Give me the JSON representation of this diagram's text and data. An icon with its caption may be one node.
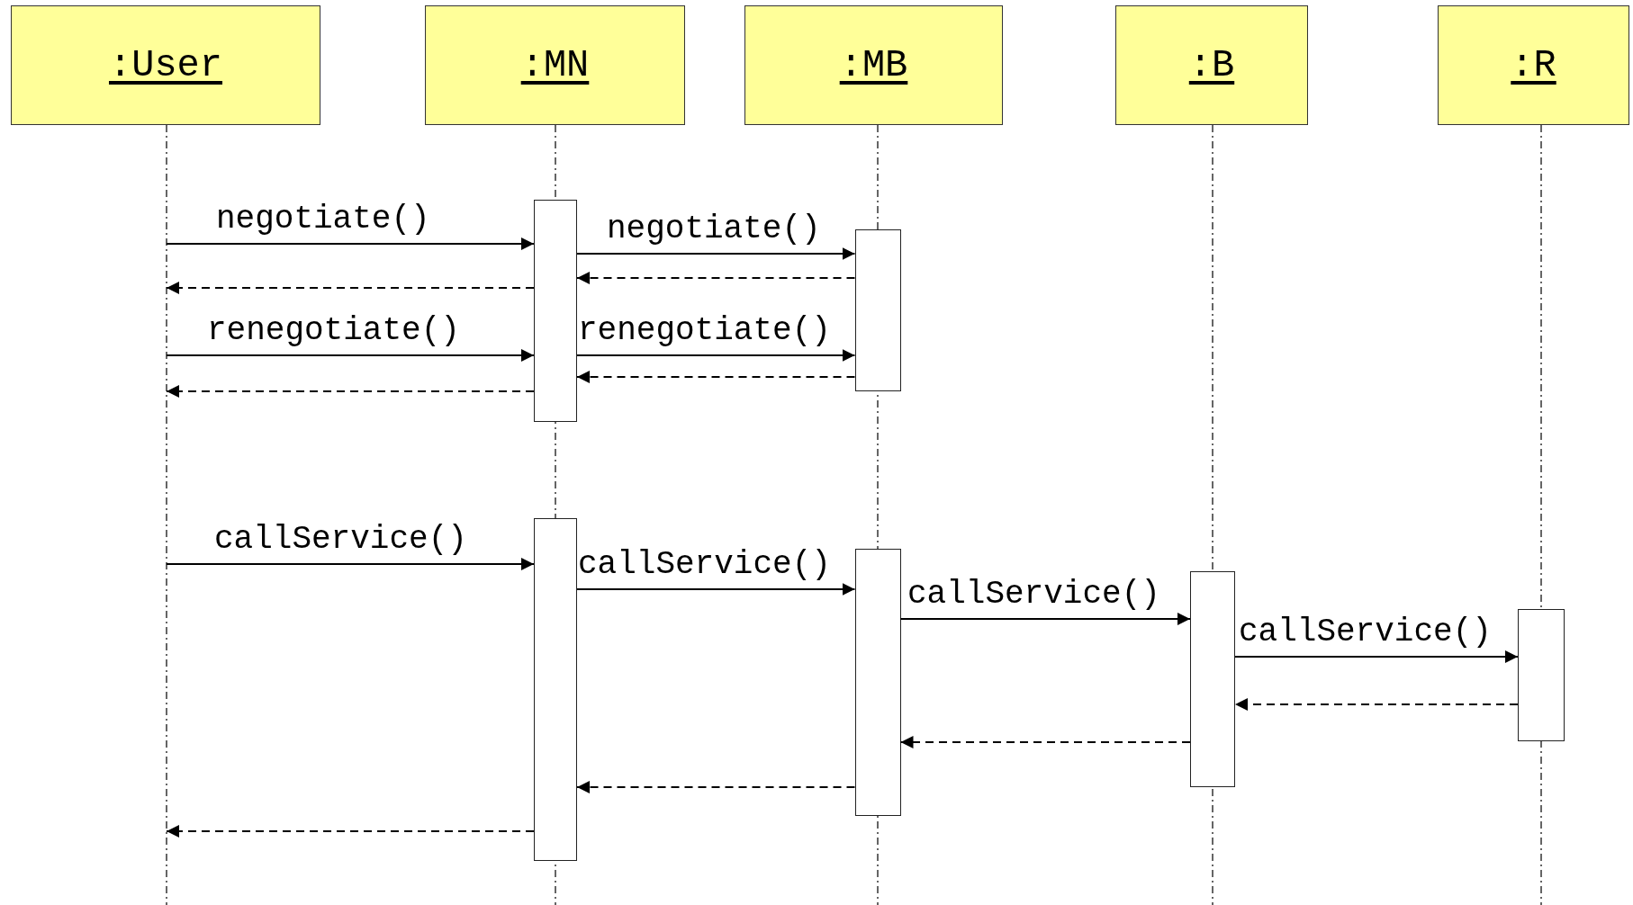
{
  "diagram": {
    "nodes": [
      {
        "text": [
          ":User"
        ]
      },
      {
        "text": [
          ":MN"
        ]
      },
      {
        "text": [
          ":MB"
        ]
      },
      {
        "text": [
          ":B"
        ]
      },
      {
        "text": [
          ":R"
        ]
      },
      {
        "text": [],
        "shape": "bar",
        "in": 1
      },
      {
        "text": [],
        "shape": "bar",
        "in": 2
      },
      {
        "text": [],
        "shape": "bar",
        "in": 1
      },
      {
        "text": [],
        "shape": "bar",
        "in": 2
      },
      {
        "text": [],
        "shape": "bar",
        "in": 3
      },
      {
        "text": [],
        "shape": "bar",
        "in": 4
      }
    ],
    "edges": [
      {
        "from": 0,
        "to": 5,
        "arrow": "to",
        "label": "negotiate()"
      },
      {
        "from": 5,
        "to": 6,
        "arrow": "to",
        "label": "negotiate()"
      },
      {
        "from": 6,
        "to": 5,
        "arrow": "to",
        "style": "dashed"
      },
      {
        "from": 5,
        "to": 0,
        "arrow": "to",
        "style": "dashed"
      },
      {
        "from": 0,
        "to": 5,
        "arrow": "to",
        "label": "renegotiate()"
      },
      {
        "from": 5,
        "to": 6,
        "arrow": "to",
        "label": "renegotiate()"
      },
      {
        "from": 6,
        "to": 5,
        "arrow": "to",
        "style": "dashed"
      },
      {
        "from": 5,
        "to": 0,
        "arrow": "to",
        "style": "dashed"
      },
      {
        "from": 0,
        "to": 7,
        "arrow": "to",
        "label": "callService()"
      },
      {
        "from": 7,
        "to": 8,
        "arrow": "to",
        "label": "callService()"
      },
      {
        "from": 8,
        "to": 9,
        "arrow": "to",
        "label": "callService()"
      },
      {
        "from": 9,
        "to": 10,
        "arrow": "to",
        "label": "callService()"
      },
      {
        "from": 10,
        "to": 9,
        "arrow": "to",
        "style": "dashed"
      },
      {
        "from": 9,
        "to": 8,
        "arrow": "to",
        "style": "dashed"
      },
      {
        "from": 8,
        "to": 7,
        "arrow": "to",
        "style": "dashed"
      },
      {
        "from": 7,
        "to": 0,
        "arrow": "to",
        "style": "dashed"
      }
    ]
  }
}
